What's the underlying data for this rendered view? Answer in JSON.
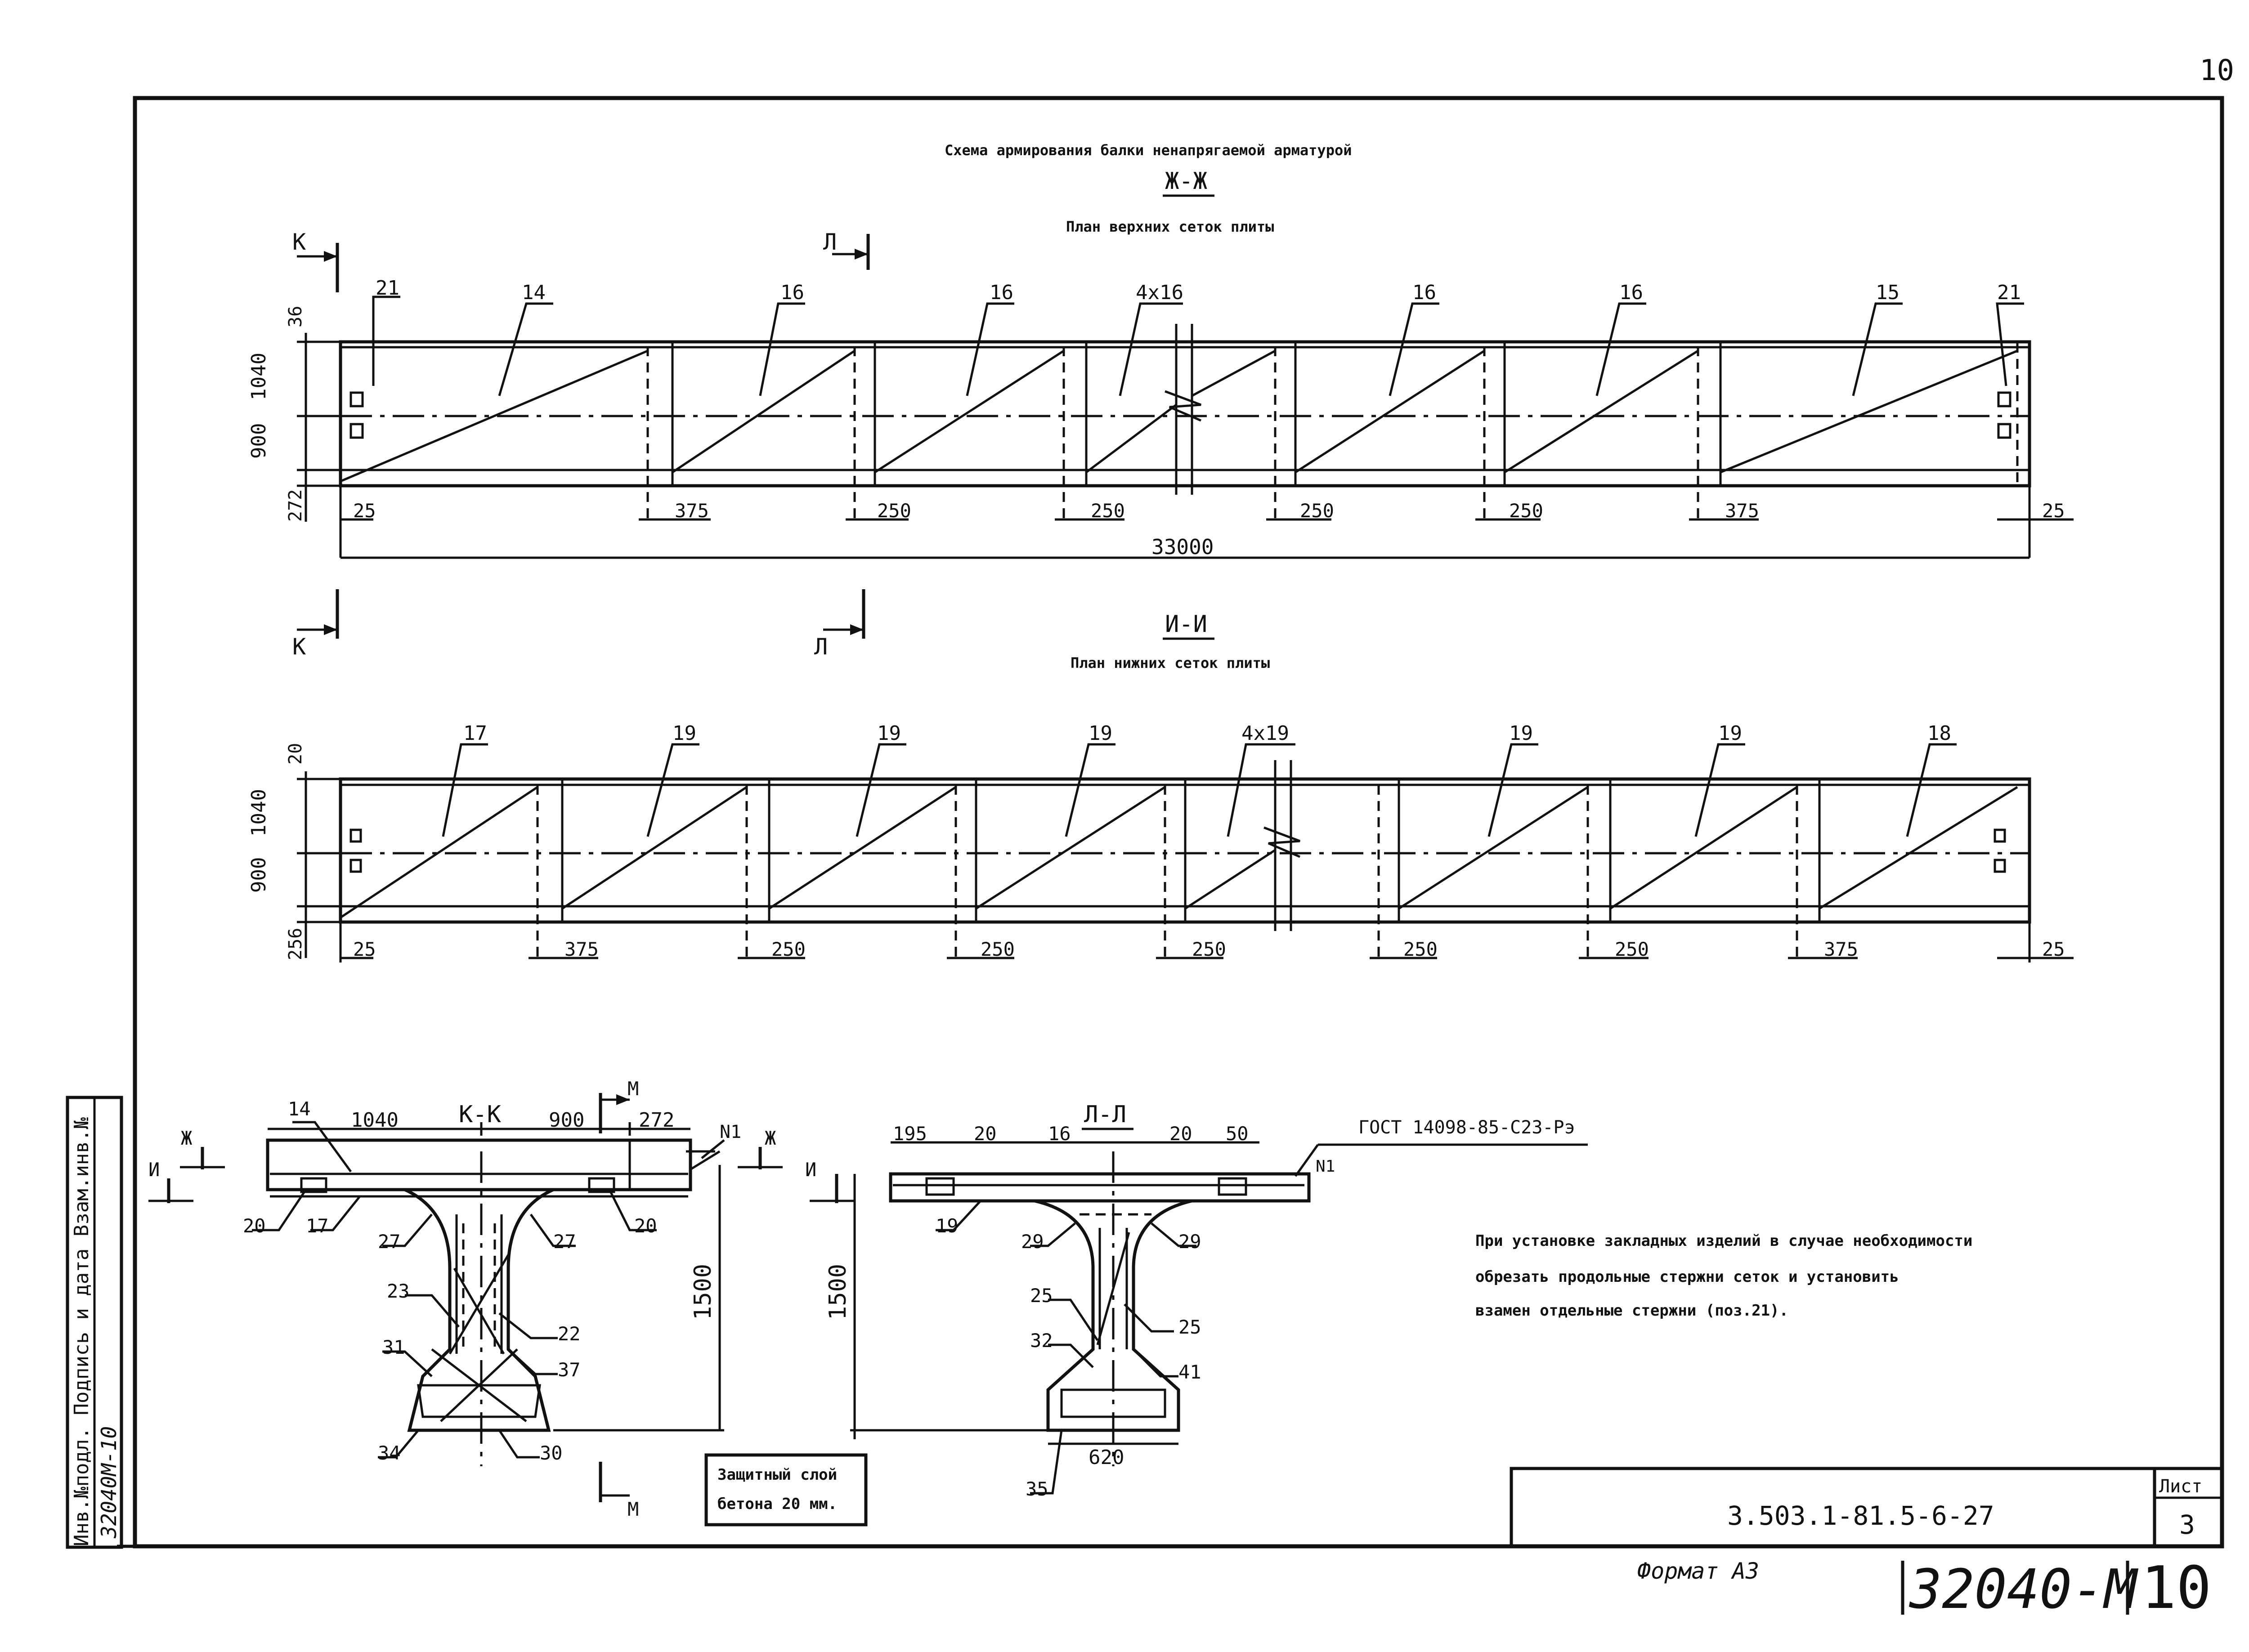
{
  "sheet": {
    "corner_number": "10",
    "title": "Схема армирования балки ненапрягаемой арматурой",
    "format": "Формат А3",
    "archive_number": "32040-М",
    "archive_sheet": "10",
    "note": [
      "При установке закладных изделий в случае необходимости",
      "обрезать продольные стержни сеток и установить",
      "взамен отдельные стержни (поз.21)."
    ],
    "protective_layer": [
      "Защитный слой",
      "бетона 20 мм."
    ]
  },
  "side_stamp": {
    "labels": [
      "Инв.№подл.",
      "Подпись и дата",
      "Взам.инв.№"
    ],
    "inventory_value": "32040М-10"
  },
  "title_block": {
    "code": "3.503.1-81.5-6-27",
    "sheet_label": "Лист",
    "sheet_number": "3"
  },
  "plan_top": {
    "section_label": "Ж-Ж",
    "subtitle": "План верхних сеток плиты",
    "cut_k": "К",
    "cut_l": "Л",
    "positions": [
      "21",
      "14",
      "16",
      "16",
      "4x16",
      "16",
      "16",
      "15",
      "21"
    ],
    "left_dims": [
      "36",
      "1040",
      "900",
      "272"
    ],
    "bottom_dims": [
      "25",
      "375",
      "250",
      "250",
      "250",
      "250",
      "375",
      "25"
    ],
    "overall": "33000"
  },
  "plan_bottom": {
    "section_label": "И-И",
    "subtitle": "План нижних сеток плиты",
    "cut_k": "К",
    "cut_l": "Л",
    "positions": [
      "17",
      "19",
      "19",
      "19",
      "4x19",
      "19",
      "19",
      "18"
    ],
    "left_dims": [
      "20",
      "1040",
      "900",
      "256"
    ],
    "bottom_dims": [
      "25",
      "375",
      "250",
      "250",
      "250",
      "250",
      "250",
      "375",
      "25"
    ]
  },
  "section_kk": {
    "label": "К-К",
    "cut_m": "М",
    "cut_zh": "Ж",
    "cut_i": "И",
    "dims": [
      "1040",
      "900",
      "272"
    ],
    "height": "1500",
    "marks": [
      "14",
      "N1",
      "20",
      "17",
      "20",
      "27",
      "27",
      "23",
      "22",
      "31",
      "37",
      "34",
      "30"
    ]
  },
  "section_ll": {
    "label": "Л-Л",
    "cut_i": "И",
    "gost": "ГОСТ 14098-85-С23-Рэ",
    "dims": [
      "195",
      "20",
      "16",
      "20",
      "50"
    ],
    "height": "1500",
    "marks": [
      "19",
      "29",
      "29",
      "25",
      "25",
      "32",
      "41",
      "35"
    ],
    "bottom_width": "620"
  }
}
